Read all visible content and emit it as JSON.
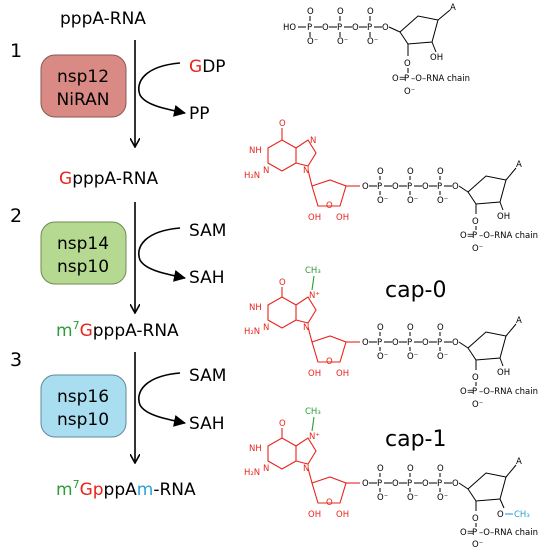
{
  "steps": [
    {
      "number": "1",
      "enzyme_line1": "nsp12",
      "enzyme_line2": "NiRAN",
      "enzyme_color": "#d98a84",
      "input_red": "G",
      "input_rest": "DP",
      "output": "PP"
    },
    {
      "number": "2",
      "enzyme_line1": "nsp14",
      "enzyme_line2": "nsp10",
      "enzyme_color": "#b6d992",
      "input": "SAM",
      "output": "SAH"
    },
    {
      "number": "3",
      "enzyme_line1": "nsp16",
      "enzyme_line2": "nsp10",
      "enzyme_color": "#a9ddf0",
      "input": "SAM",
      "output": "SAH"
    }
  ],
  "species": {
    "s0": "pppA-RNA",
    "s1_red": "G",
    "s1_rest": "pppA-RNA",
    "s2_green": "m",
    "s2_sup": "7",
    "s2_red": "G",
    "s2_rest": "pppA-RNA",
    "s3_green": "m",
    "s3_sup": "7",
    "s3_red": "Gp",
    "s3_mid": "ppA",
    "s3_blue": "m",
    "s3_rest": "-RNA"
  },
  "cap_labels": {
    "cap0": "cap-0",
    "cap1": "cap-1"
  },
  "chem": {
    "HO": "HO",
    "P": "P",
    "O": "O",
    "Ominus": "O⁻",
    "Oeq": "O=",
    "A": "A",
    "OH": "OH",
    "rna_chain": "–O–RNA chain",
    "NH": "NH",
    "N": "N",
    "Nplus": "N⁺",
    "H2N": "H₂N",
    "CH3": "CH₃",
    "O_CH3": "O–CH₃"
  },
  "colors": {
    "red": "#e8241c",
    "green": "#2e9b3a",
    "blue": "#2a9fd8"
  }
}
